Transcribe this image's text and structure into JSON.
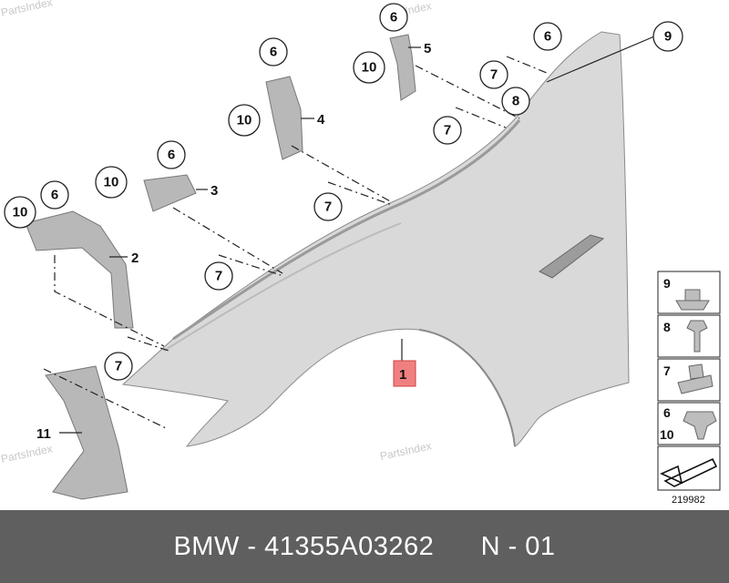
{
  "watermark": "PartsIndex",
  "main_part_label": "1",
  "callouts": {
    "c_6_top": "6",
    "c_5": "5",
    "c_10_top": "10",
    "c_6_nw": "6",
    "c_4": "4",
    "c_10_nw": "10",
    "c_6_mid": "6",
    "c_3": "3",
    "c_10_mid": "10",
    "c_6_left": "6",
    "c_2": "2",
    "c_10_left": "10",
    "c_6_right": "6",
    "c_9": "9",
    "c_7_r1": "7",
    "c_8": "8",
    "c_7_r2": "7",
    "c_7_m1": "7",
    "c_7_m2": "7",
    "c_7_low": "7",
    "c_11": "11"
  },
  "legend": {
    "row9": "9",
    "row8": "8",
    "row7": "7",
    "row6": "6",
    "row10": "10",
    "diagram_number": "219982"
  },
  "footer": {
    "brand": "BMW",
    "separator": " - ",
    "part_number": "41355A03262",
    "ref": "N - 01"
  }
}
